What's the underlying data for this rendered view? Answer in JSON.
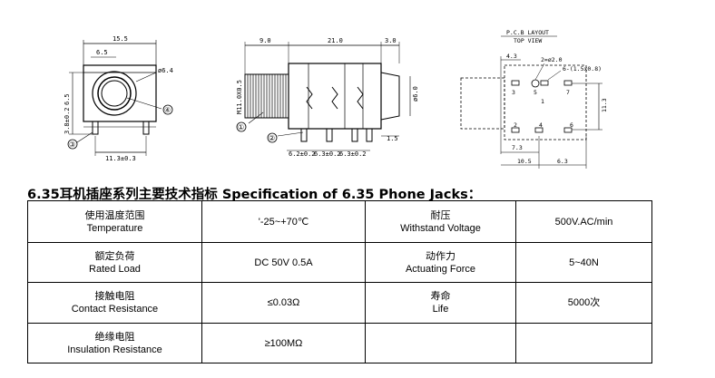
{
  "drawings": {
    "front_view": {
      "dim_top": "15.5",
      "dim_inner": "6.5",
      "dim_bottom": "11.3±0.3",
      "dim_side_a": "3.8±0.2",
      "dim_side_b": "6.5",
      "dim_hole": "ø6.4",
      "callout_3": "③",
      "callout_4": "④"
    },
    "side_view": {
      "dim_left": "9.0",
      "dim_mid": "21.0",
      "dim_right": "3.0",
      "thread": "M11.0X0.5",
      "dia": "ø6.0",
      "pin_1": "6.2±0.2",
      "pin_2": "6.3±0.2",
      "pin_3": "6.3±0.2",
      "dim_tail": "1.5",
      "callout_1": "①",
      "callout_2": "②"
    },
    "pcb_layout": {
      "title": "P.C.B LAYOUT",
      "subtitle": "TOP VIEW",
      "dim_43": "4.3",
      "dim_hole_a": "2=ø2.0",
      "dim_hole_b": "6-(1.5x0.8)",
      "pin_labels": [
        "3",
        "5",
        "7",
        "2",
        "4",
        "6",
        "1"
      ],
      "dim_73": "7.3",
      "dim_105": "10.5",
      "dim_63": "6.3",
      "dim_113": "11.3"
    }
  },
  "heading": "6.35耳机插座系列主要技术指标 Specification of 6.35 Phone Jacks：",
  "table": {
    "rows": [
      {
        "label_cn": "使用温度范围",
        "label_en": "Temperature",
        "value": "'-25~+70℃",
        "label2_cn": "耐压",
        "label2_en": "Withstand Voltage",
        "value2": "500V.AC/min"
      },
      {
        "label_cn": "额定负荷",
        "label_en": "Rated Load",
        "value": "DC 50V 0.5A",
        "label2_cn": "动作力",
        "label2_en": "Actuating Force",
        "value2": "5~40N"
      },
      {
        "label_cn": "接触电阻",
        "label_en": "Contact Resistance",
        "value": "≤0.03Ω",
        "label2_cn": "寿命",
        "label2_en": "Life",
        "value2": "5000次"
      },
      {
        "label_cn": "绝缘电阻",
        "label_en": "Insulation Resistance",
        "value": "≥100MΩ",
        "label2_cn": "",
        "label2_en": "",
        "value2": ""
      }
    ]
  }
}
